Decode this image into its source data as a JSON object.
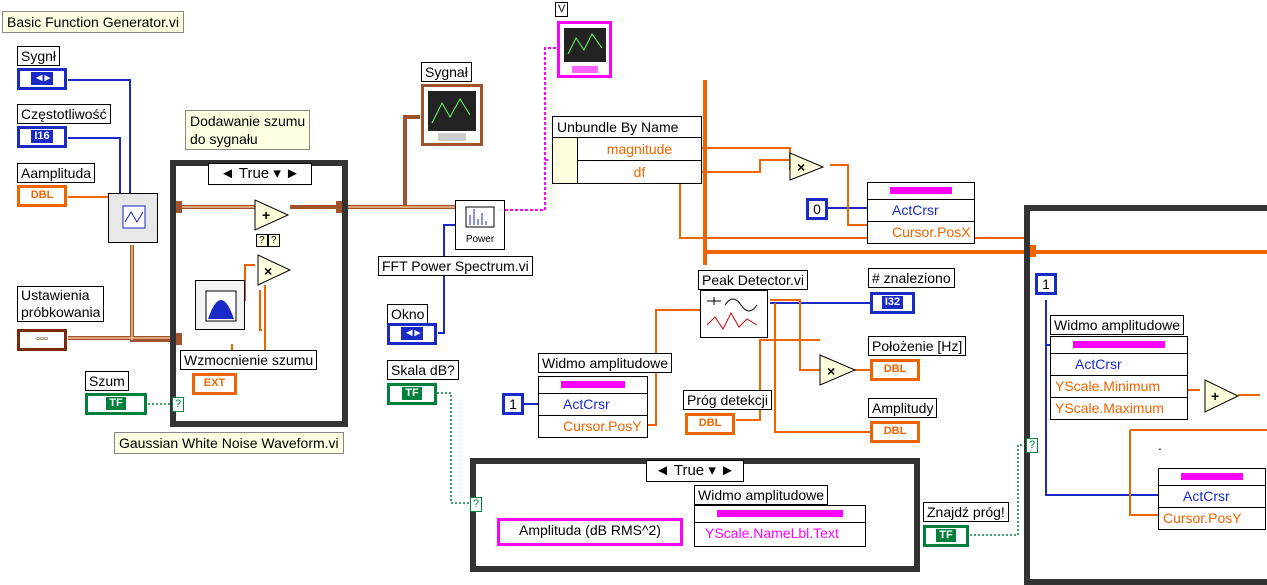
{
  "title": "Basic Function Generator.vi",
  "controls": {
    "sygnal": {
      "label": "Sygnł",
      "type": "◄▸"
    },
    "czestotliwosc": {
      "label": "Częstotliwość",
      "type": "I16"
    },
    "aamplituda": {
      "label": "Aamplituda",
      "type": "DBL"
    },
    "ustawienia": {
      "label": "Ustawienia\npróbkowania",
      "type": "▫▫▫"
    },
    "szum": {
      "label": "Szum",
      "type": "TF"
    },
    "okno": {
      "label": "Okno",
      "type": "◄▸"
    },
    "skala_db": {
      "label": "Skala dB?",
      "type": "TF"
    },
    "znajdz_prog": {
      "label": "Znajdź próg!",
      "type": "TF"
    },
    "prog_detekcji": {
      "label": "Próg detekcji",
      "type": "DBL"
    }
  },
  "indicators": {
    "sygnal_graph": {
      "label": "Sygnał"
    },
    "v_graph": {
      "label": "V"
    },
    "znaleziono": {
      "label": "# znaleziono",
      "type": "I32"
    },
    "polozenie": {
      "label": "Położenie [Hz]",
      "type": "DBL"
    },
    "amplitudy": {
      "label": "Amplitudy",
      "type": "DBL"
    }
  },
  "comments": {
    "dodawanie": "Dodawanie szumu\ndo sygnału",
    "gaussian": "Gaussian White Noise Waveform.vi"
  },
  "case_structures": [
    {
      "selector": "True"
    },
    {
      "selector": "True"
    }
  ],
  "subvis": {
    "fft_label": "FFT Power Spectrum.vi",
    "fft_icon_text": "Power",
    "peak_label": "Peak Detector.vi",
    "wzmocnienie": "Wzmocnienie szumu",
    "wzmocnienie_type": "EXT"
  },
  "unbundle": {
    "title": "Unbundle By Name",
    "fields": [
      "magnitude",
      "df"
    ]
  },
  "property_nodes": {
    "cursor_x": {
      "rows": [
        "ActCrsr",
        "Cursor.PosX"
      ]
    },
    "widmo_posy": {
      "title": "Widmo amplitudowe",
      "rows": [
        "ActCrsr",
        "Cursor.PosY"
      ]
    },
    "widmo_scale": {
      "title": "Widmo amplitudowe",
      "rows": [
        "ActCrsr",
        "YScale.Minimum",
        "YScale.Maximum"
      ]
    },
    "widmo_name": {
      "title": "Widmo amplitudowe",
      "rows": [
        "YScale.NameLbl.Text"
      ]
    },
    "cursor_posy_right": {
      "rows": [
        "ActCrsr",
        "Cursor.PosY"
      ]
    }
  },
  "constants": {
    "zero": "0",
    "one_a": "1",
    "one_b": "1",
    "amplituda_str": "Amplituda (dB RMS^2)"
  },
  "misc": {
    "q": "?",
    "tf": "TF",
    "dot": "."
  }
}
